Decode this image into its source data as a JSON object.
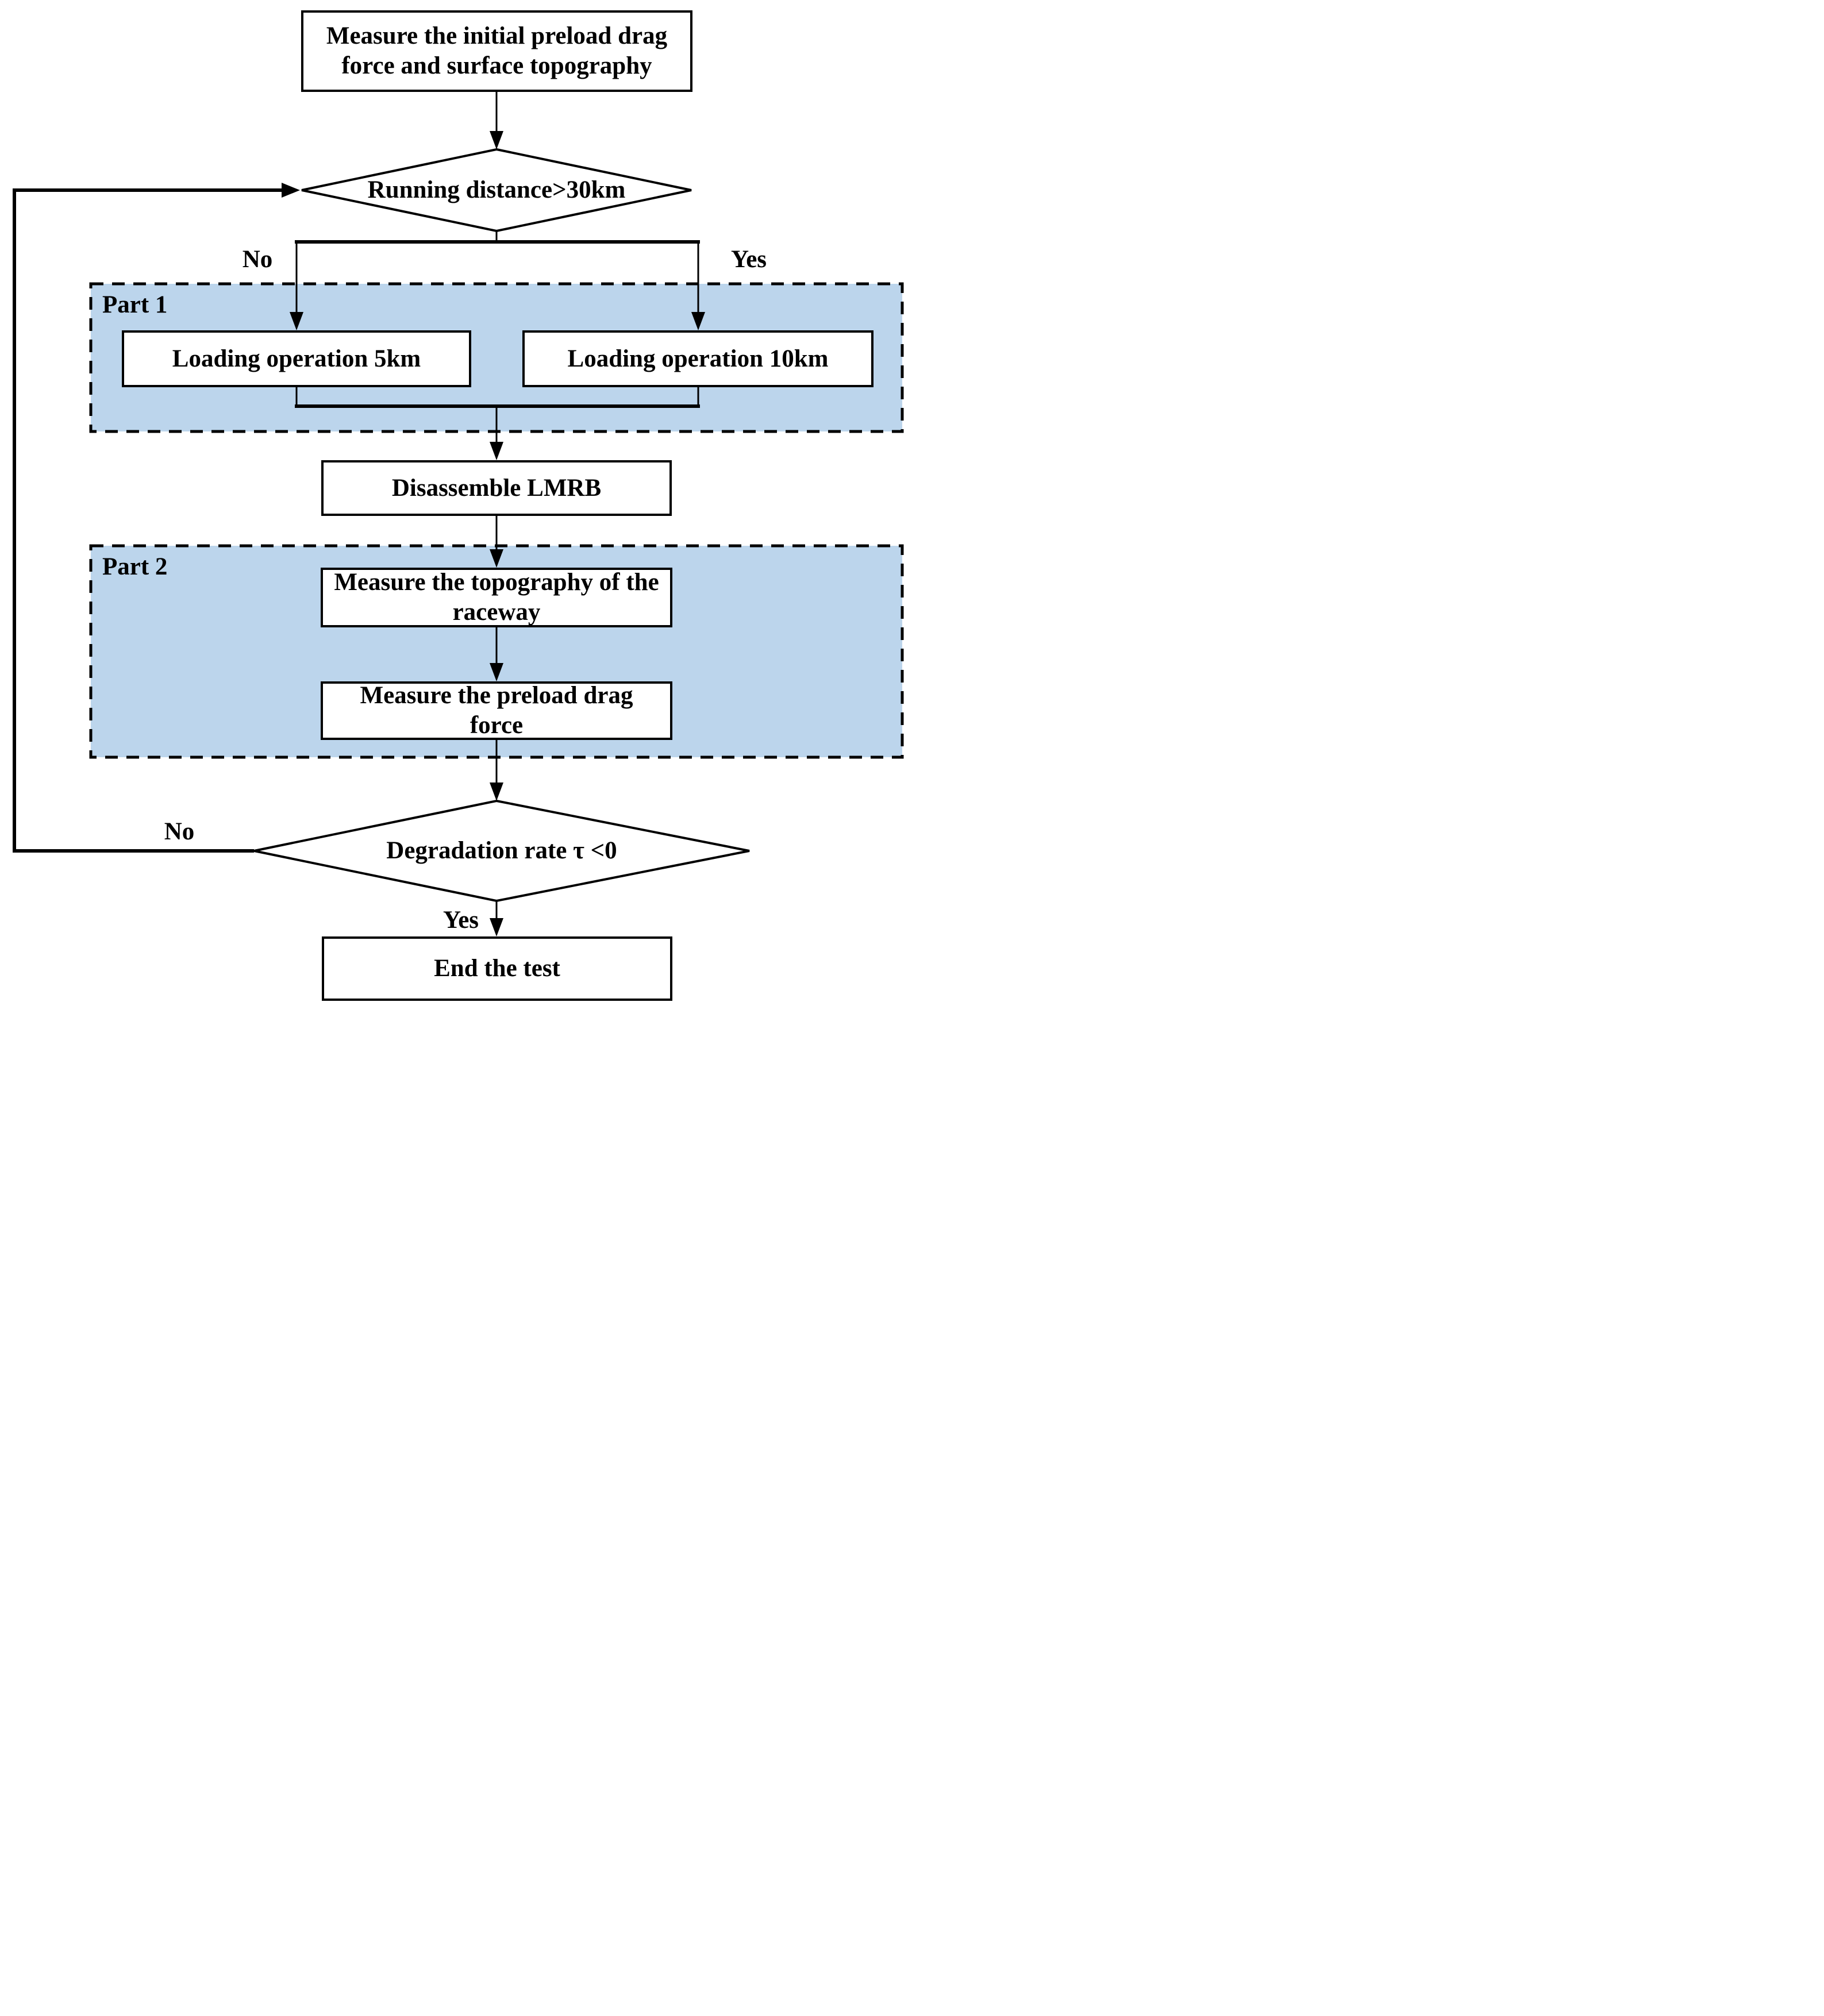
{
  "diagram": {
    "title": "LMRB degradation test procedure flowchart",
    "colors": {
      "region_fill": "#bcd5ec",
      "line_color": "#000000",
      "node_fill": "#ffffff"
    },
    "nodes": {
      "start": [
        "Measure the initial preload drag",
        "force and surface topography"
      ],
      "decision1": [
        "Running distance>30km"
      ],
      "load5": [
        "Loading operation 5km"
      ],
      "load10": [
        "Loading operation 10km"
      ],
      "disassemble": [
        "Disassemble LMRB"
      ],
      "topography": [
        "Measure the topography of the",
        "raceway"
      ],
      "preload": [
        "Measure the preload drag",
        "force"
      ],
      "decision2": [
        "Degradation rate  τ <0"
      ],
      "end": [
        "End the test"
      ]
    },
    "labels": {
      "no1": "No",
      "yes1": "Yes",
      "no2": "No",
      "yes2": "Yes",
      "part1": "Part 1",
      "part2": "Part 2"
    }
  }
}
